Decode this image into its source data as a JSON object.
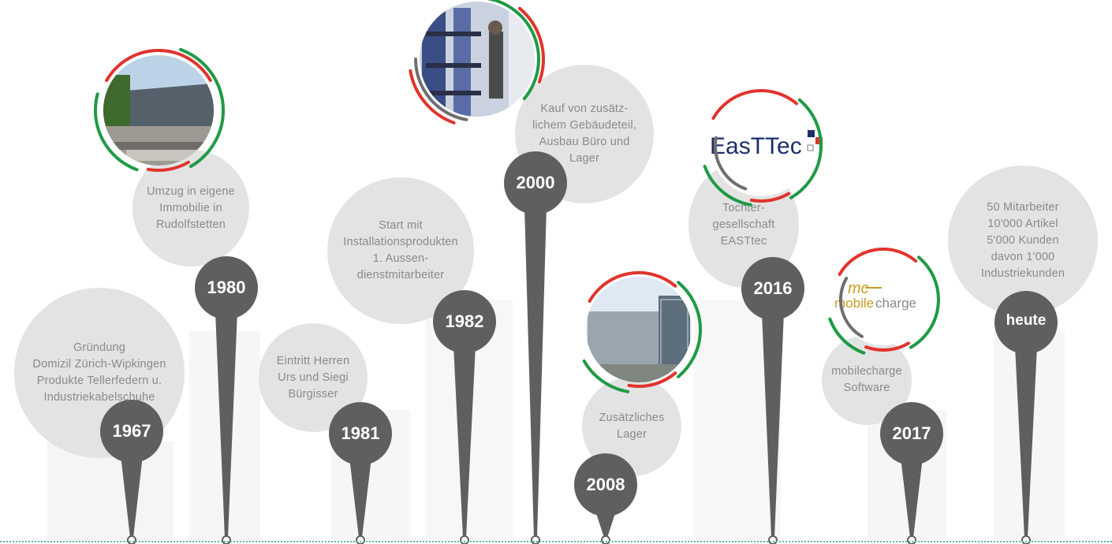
{
  "milestones": [
    {
      "year": "1967",
      "text": "Gründung\nDomizil Zürich-Wipkingen\nProdukte Tellerfedern u.\nIndustriekabelschuhe"
    },
    {
      "year": "1980",
      "text": "Umzug in eigene\nImmobilie in\nRudolfstetten"
    },
    {
      "year": "1981",
      "text": "Eintritt Herren\nUrs und Siegi\nBürgisser"
    },
    {
      "year": "1982",
      "text": "Start mit\nInstallationsprodukten\n1. Aussen-\ndienstmitarbeiter"
    },
    {
      "year": "2000",
      "text": "Kauf von zusätz-\nlichem Gebäudeteil,\nAusbau Büro und\nLager"
    },
    {
      "year": "2008",
      "text": "Zusätzliches\nLager"
    },
    {
      "year": "2016",
      "text": "Tochter-\ngesellschaft\nEASTtec"
    },
    {
      "year": "2017",
      "text": "mobilecharge\nSoftware"
    },
    {
      "year": "heute",
      "text": "50 Mitarbeiter\n10'000 Artikel\n5'000 Kunden\ndavon 1'000\nIndustriekunden"
    }
  ],
  "logos": {
    "easttec": "EasTTec",
    "mobilecharge_mc": "mc",
    "mobilecharge_word1": "mobile",
    "mobilecharge_word2": "charge"
  },
  "colors": {
    "bubble": "#e3e3e3",
    "pin": "#5f5f5f",
    "text": "#8a8a8a",
    "arc_red": "#e0342c",
    "arc_green": "#1f9a45",
    "arc_gray": "#6e6e6e",
    "baseline": "#5fb7a6"
  }
}
